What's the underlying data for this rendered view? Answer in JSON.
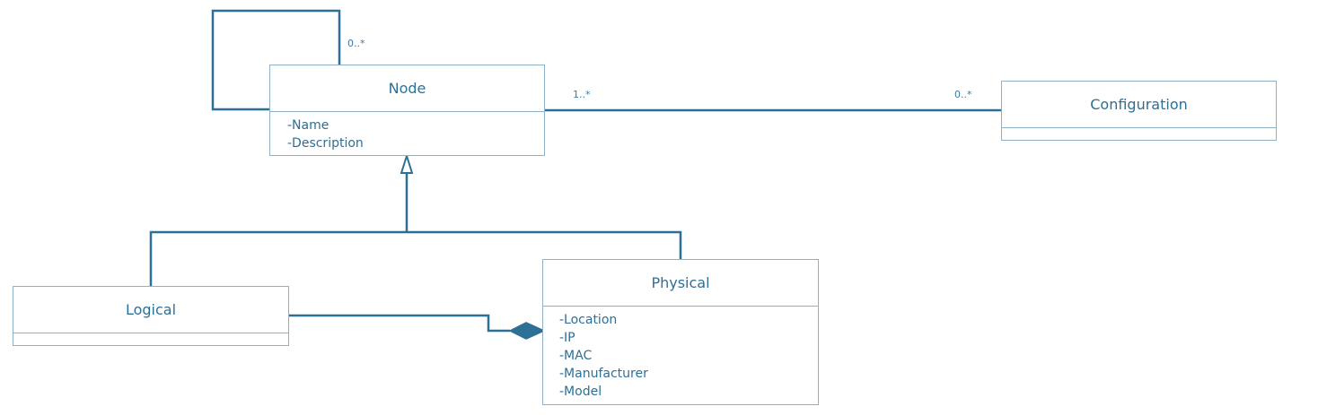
{
  "classes": {
    "node": {
      "name": "Node",
      "attributes": [
        "-Name",
        "-Description"
      ]
    },
    "configuration": {
      "name": "Configuration",
      "attributes": []
    },
    "logical": {
      "name": "Logical",
      "attributes": []
    },
    "physical": {
      "name": "Physical",
      "attributes": [
        "-Location",
        "-IP",
        "-MAC",
        "-Manufacturer",
        "-Model"
      ]
    }
  },
  "associations": {
    "self": {
      "multiplicity": "0..*"
    },
    "node_configuration": {
      "node_end": "1..*",
      "configuration_end": "0..*"
    }
  },
  "colors": {
    "line": "#2e6f96",
    "box_border": "#8fb1c7",
    "text": "#2e6f96"
  }
}
